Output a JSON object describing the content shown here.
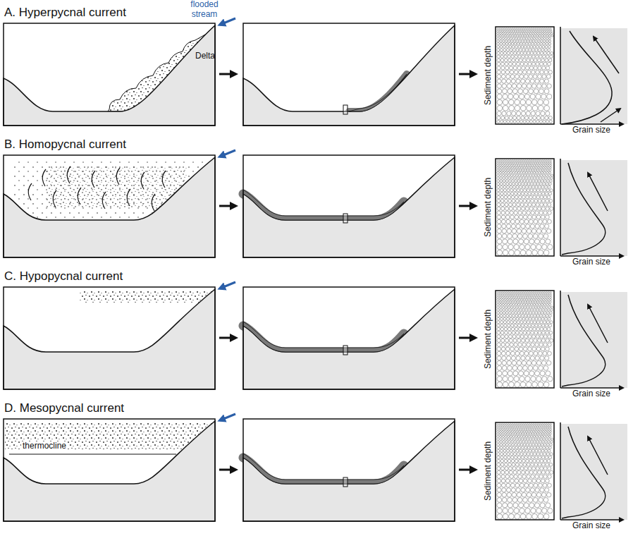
{
  "diagram": {
    "labels": [
      "A. Hyperpycnal current",
      "flooded stream",
      "Delta",
      "Sediment depth",
      "Grain size",
      "B. Homopycnal current",
      "Sediment depth",
      "Grain size",
      "C. Hypopycnal current",
      "Sediment depth",
      "Grain size",
      "D. Mesopycnal current",
      "thermocline",
      "Sediment depth",
      "Grain size"
    ]
  }
}
